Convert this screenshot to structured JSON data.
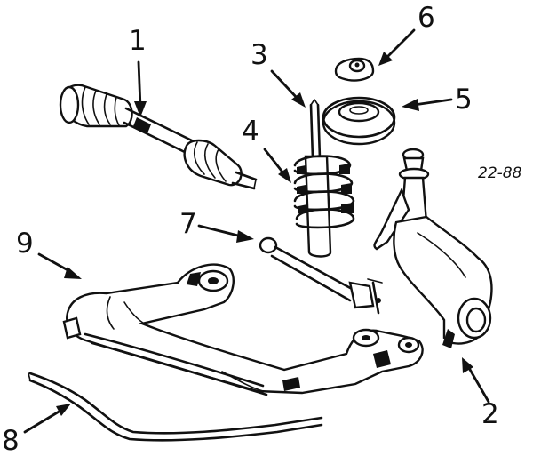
{
  "figure": {
    "reference_code": "22-88",
    "callouts": [
      {
        "id": "1",
        "label": "1"
      },
      {
        "id": "2",
        "label": "2"
      },
      {
        "id": "3",
        "label": "3"
      },
      {
        "id": "4",
        "label": "4"
      },
      {
        "id": "5",
        "label": "5"
      },
      {
        "id": "6",
        "label": "6"
      },
      {
        "id": "7",
        "label": "7"
      },
      {
        "id": "8",
        "label": "8"
      },
      {
        "id": "9",
        "label": "9"
      }
    ]
  }
}
